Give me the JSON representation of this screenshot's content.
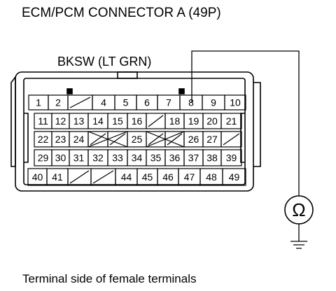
{
  "title": "ECM/PCM CONNECTOR A (49P)",
  "wire_label": "BKSW (LT GRN)",
  "caption": "Terminal side of female terminals",
  "meter_symbol": "Ω",
  "meter_icon": "ohmmeter-icon",
  "ground_icon": "ground-icon",
  "probe_terminal": "8",
  "rows": [
    [
      "1",
      "2",
      "",
      "4",
      "5",
      "6",
      "7",
      "8",
      "9",
      "10"
    ],
    [
      "11",
      "12",
      "13",
      "14",
      "15",
      "16",
      "",
      "18",
      "19",
      "20",
      "21"
    ],
    [
      "22",
      "23",
      "24",
      "",
      "",
      "25",
      "",
      "",
      "26",
      "27",
      ""
    ],
    [
      "29",
      "30",
      "31",
      "32",
      "33",
      "34",
      "35",
      "36",
      "37",
      "38",
      "39"
    ],
    [
      "40",
      "41",
      "",
      "",
      "44",
      "45",
      "46",
      "47",
      "48",
      "49"
    ]
  ]
}
